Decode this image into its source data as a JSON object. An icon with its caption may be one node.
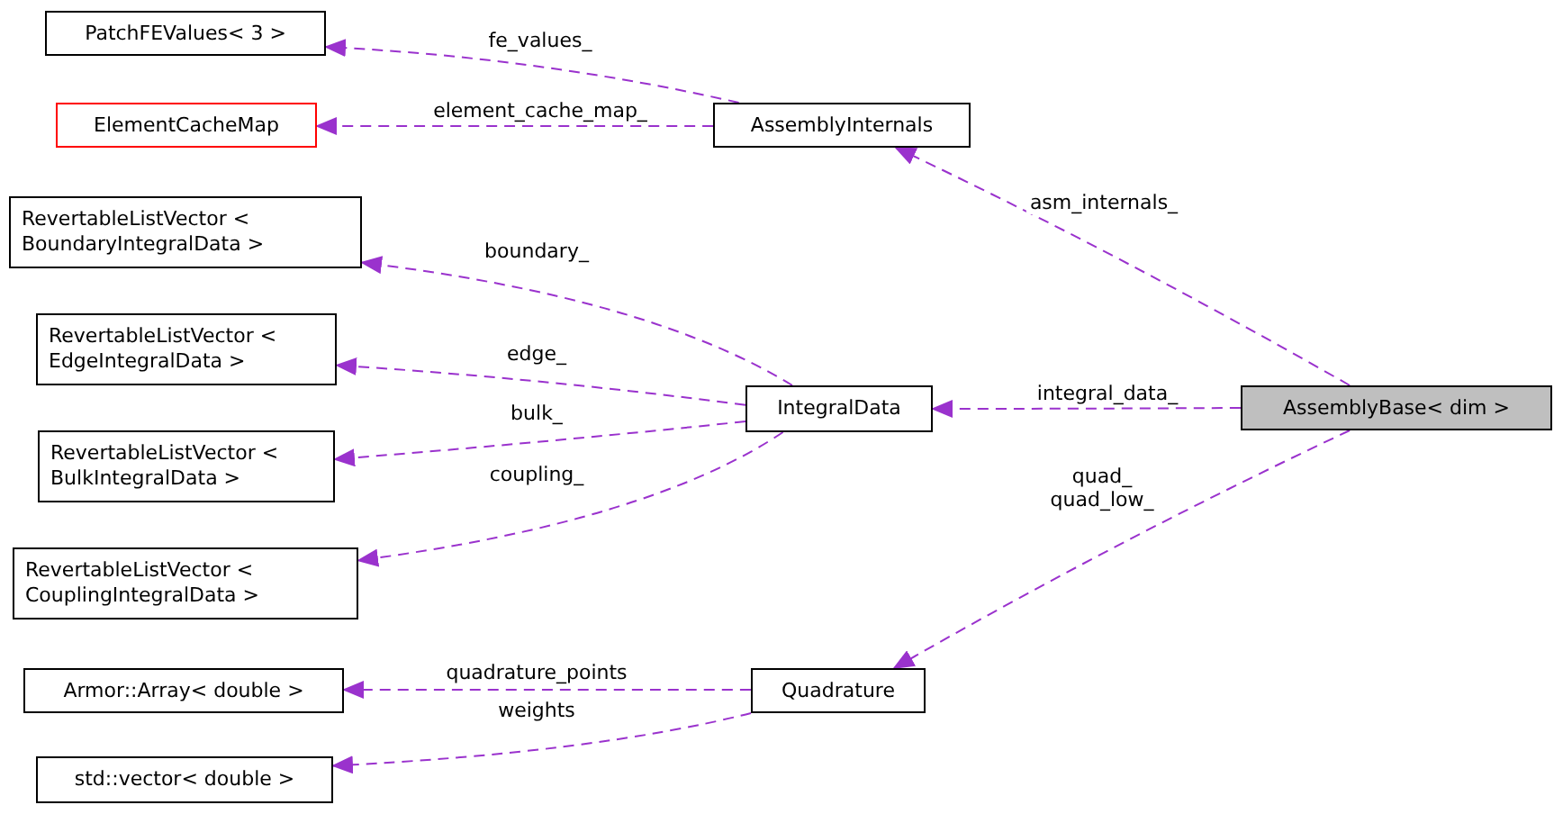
{
  "diagram": {
    "nodes": [
      {
        "text": [
          "PatchFEValues< 3 >"
        ]
      },
      {
        "text": [
          "ElementCacheMap"
        ]
      },
      {
        "text": [
          "AssemblyInternals"
        ]
      },
      {
        "text": [
          "RevertableListVector < BoundaryIntegralData >"
        ]
      },
      {
        "text": [
          "RevertableListVector < EdgeIntegralData >"
        ]
      },
      {
        "text": [
          "IntegralData"
        ]
      },
      {
        "text": [
          "AssemblyBase< dim >"
        ]
      },
      {
        "text": [
          "RevertableListVector < BulkIntegralData >"
        ]
      },
      {
        "text": [
          "RevertableListVector < CouplingIntegralData >"
        ]
      },
      {
        "text": [
          "Armor::Array< double >"
        ]
      },
      {
        "text": [
          "Quadrature"
        ]
      },
      {
        "text": [
          "std::vector< double >"
        ]
      }
    ],
    "edges": [
      {
        "from": 2,
        "to": 0,
        "arrow": "to",
        "label": "fe_values_",
        "style": "dashed"
      },
      {
        "from": 2,
        "to": 1,
        "arrow": "to",
        "label": "element_cache_map_",
        "style": "dashed"
      },
      {
        "from": 6,
        "to": 2,
        "arrow": "to",
        "label": "asm_internals_",
        "style": "dashed"
      },
      {
        "from": 5,
        "to": 3,
        "arrow": "to",
        "label": "boundary_",
        "style": "dashed"
      },
      {
        "from": 5,
        "to": 4,
        "arrow": "to",
        "label": "edge_",
        "style": "dashed"
      },
      {
        "from": 5,
        "to": 7,
        "arrow": "to",
        "label": "bulk_",
        "style": "dashed"
      },
      {
        "from": 5,
        "to": 8,
        "arrow": "to",
        "label": "coupling_",
        "style": "dashed"
      },
      {
        "from": 6,
        "to": 5,
        "arrow": "to",
        "label": "integral_data_",
        "style": "dashed"
      },
      {
        "from": 6,
        "to": 10,
        "arrow": "to",
        "label": "quad_ quad_low_",
        "style": "dashed"
      },
      {
        "from": 10,
        "to": 9,
        "arrow": "to",
        "label": "quadrature_points",
        "style": "dashed"
      },
      {
        "from": 10,
        "to": 11,
        "arrow": "to",
        "label": "weights",
        "style": "dashed"
      }
    ]
  }
}
